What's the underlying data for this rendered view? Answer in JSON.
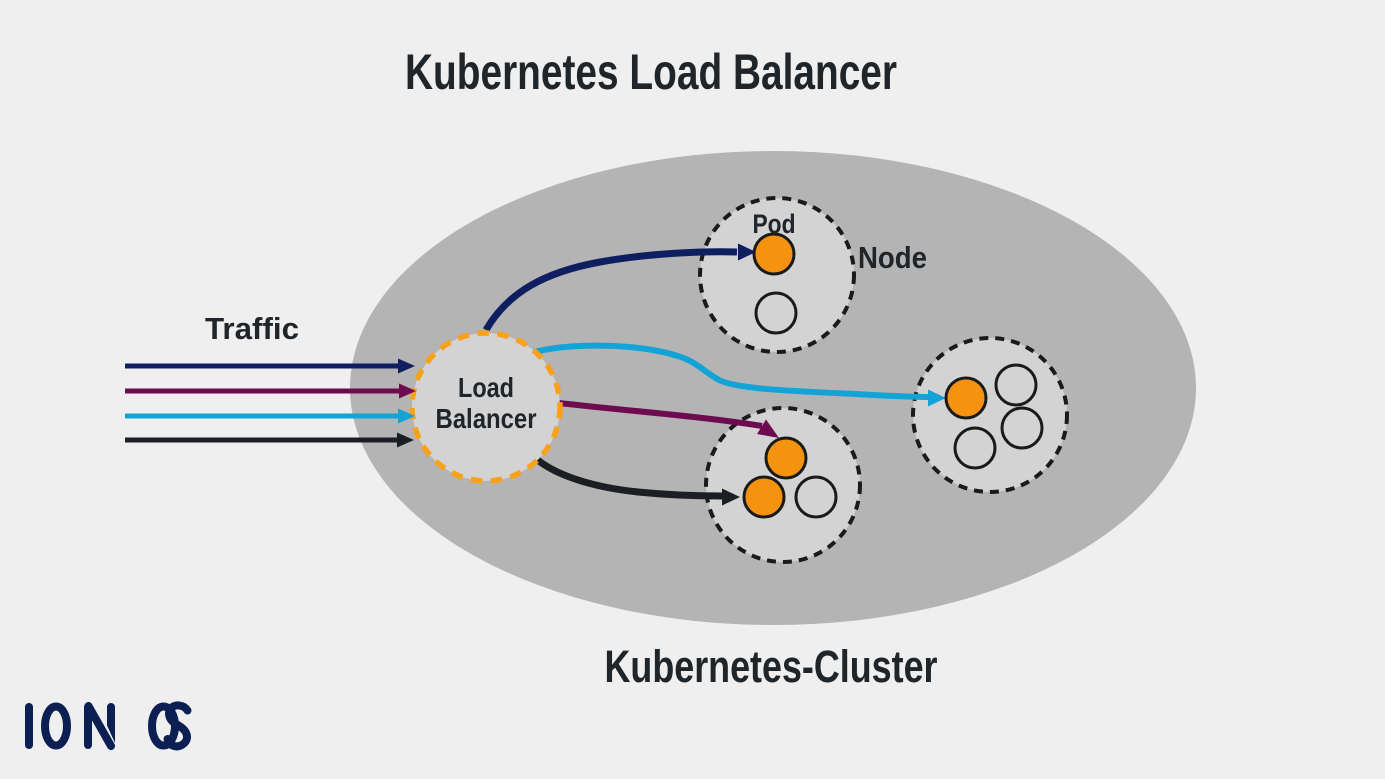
{
  "title": "Kubernetes Load Balancer",
  "diagram": {
    "traffic_label": "Traffic",
    "load_balancer": {
      "line1": "Load",
      "line2": "Balancer"
    },
    "pod_label": "Pod",
    "node_label": "Node",
    "cluster_label": "Kubernetes-Cluster",
    "traffic_flow_count": 4,
    "nodes": [
      {
        "name": "node-top",
        "pods_active": 1,
        "pods_idle": 1
      },
      {
        "name": "node-bottom-middle",
        "pods_active": 2,
        "pods_idle": 1
      },
      {
        "name": "node-right",
        "pods_active": 1,
        "pods_idle": 3
      }
    ]
  },
  "logo": {
    "brand": "IONOS"
  },
  "colors": {
    "background": "#efefef",
    "cluster-fill": "#b4b4b4",
    "node-fill": "#d3d3d3",
    "outline-dark": "#1a1a1a",
    "lb-border-orange": "#f9a11b",
    "pod-orange": "#f3930f",
    "arrow-navy": "#0f1e60",
    "arrow-purple": "#6e0b50",
    "arrow-cyan": "#14a3d6",
    "arrow-black": "#1b1f23",
    "text-dark": "#20252a",
    "logo-navy": "#0b1f52"
  }
}
